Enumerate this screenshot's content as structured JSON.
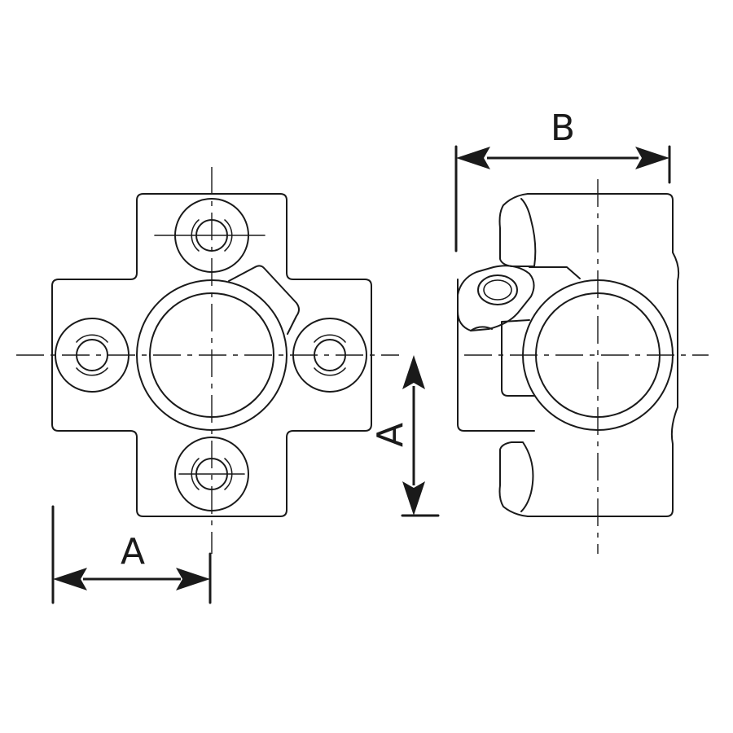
{
  "diagram": {
    "dimensions": {
      "a_horizontal": "A",
      "a_vertical": "A",
      "b_horizontal": "B"
    }
  }
}
